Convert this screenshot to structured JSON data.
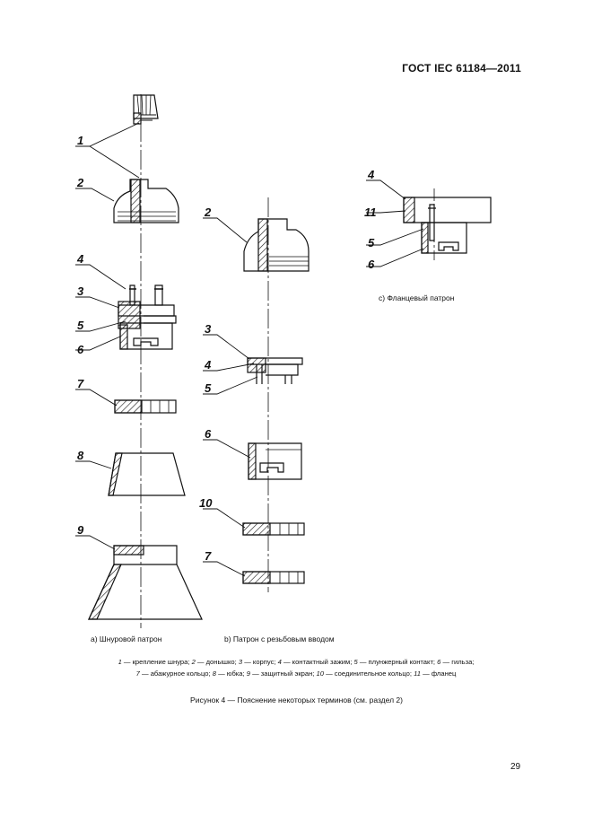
{
  "header": {
    "standard": "ГОСТ IEC 61184—2011"
  },
  "figure": {
    "labels": {
      "cord": "1",
      "base": "2",
      "body": "3",
      "terminal": "4",
      "plunger": "5",
      "sleeve": "6",
      "shade_ring": "7",
      "skirt": "8",
      "shield": "9",
      "connector_ring": "10",
      "flange": "11"
    },
    "captions": {
      "a": "а)  Шнуровой патрон",
      "b": "b)  Патрон с резьбовым вводом",
      "c": "с)  Фланцевый патрон"
    },
    "legend": [
      {
        "n": "1",
        "t": " — крепление шнура; "
      },
      {
        "n": "2",
        "t": " — донышко; "
      },
      {
        "n": "3",
        "t": " — корпус; "
      },
      {
        "n": "4",
        "t": " — контактный зажим; "
      },
      {
        "n": "5",
        "t": " — плунжерный контакт; "
      },
      {
        "n": "6",
        "t": " — гильза;"
      },
      {
        "n": "7",
        "t": " — абажурное кольцо; "
      },
      {
        "n": "8",
        "t": " — юбка; "
      },
      {
        "n": "9",
        "t": " — защитный экран; "
      },
      {
        "n": "10",
        "t": " — соединительное кольцо; "
      },
      {
        "n": "11",
        "t": " — фланец"
      }
    ],
    "title": "Рисунок 4 — Пояснение некоторых терминов (см. раздел 2)"
  },
  "page": {
    "number": "29"
  }
}
